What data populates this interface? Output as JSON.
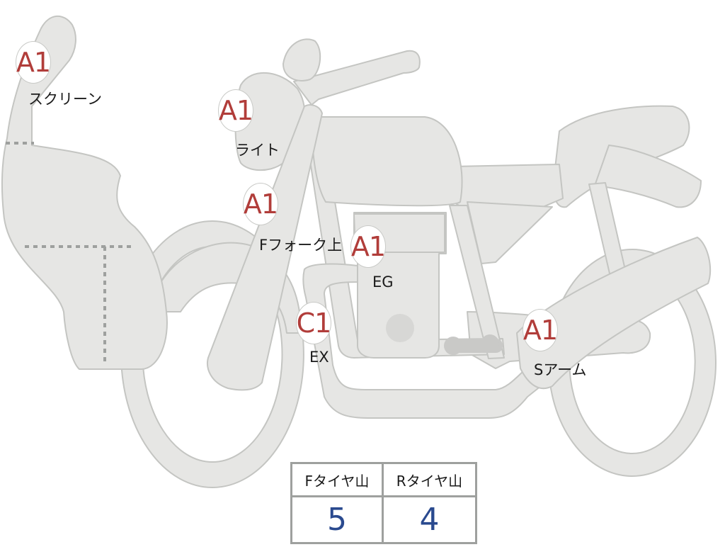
{
  "parts": [
    {
      "key": "screen",
      "grade": "A1",
      "label": "スクリーン"
    },
    {
      "key": "light",
      "grade": "A1",
      "label": "ライト"
    },
    {
      "key": "front_fork",
      "grade": "A1",
      "label": "Fフォーク上"
    },
    {
      "key": "engine",
      "grade": "A1",
      "label": "EG"
    },
    {
      "key": "exhaust",
      "grade": "C1",
      "label": "EX"
    },
    {
      "key": "swing_arm",
      "grade": "A1",
      "label": "Sアーム"
    }
  ],
  "tread_table": {
    "headers": [
      "Fタイヤ山",
      "Rタイヤ山"
    ],
    "values": [
      "5",
      "4"
    ]
  },
  "colors": {
    "body_fill": "#e6e6e4",
    "body_stroke": "#c4c5c2",
    "grade_text": "#b13d3a",
    "value_text": "#2a4a8f"
  }
}
